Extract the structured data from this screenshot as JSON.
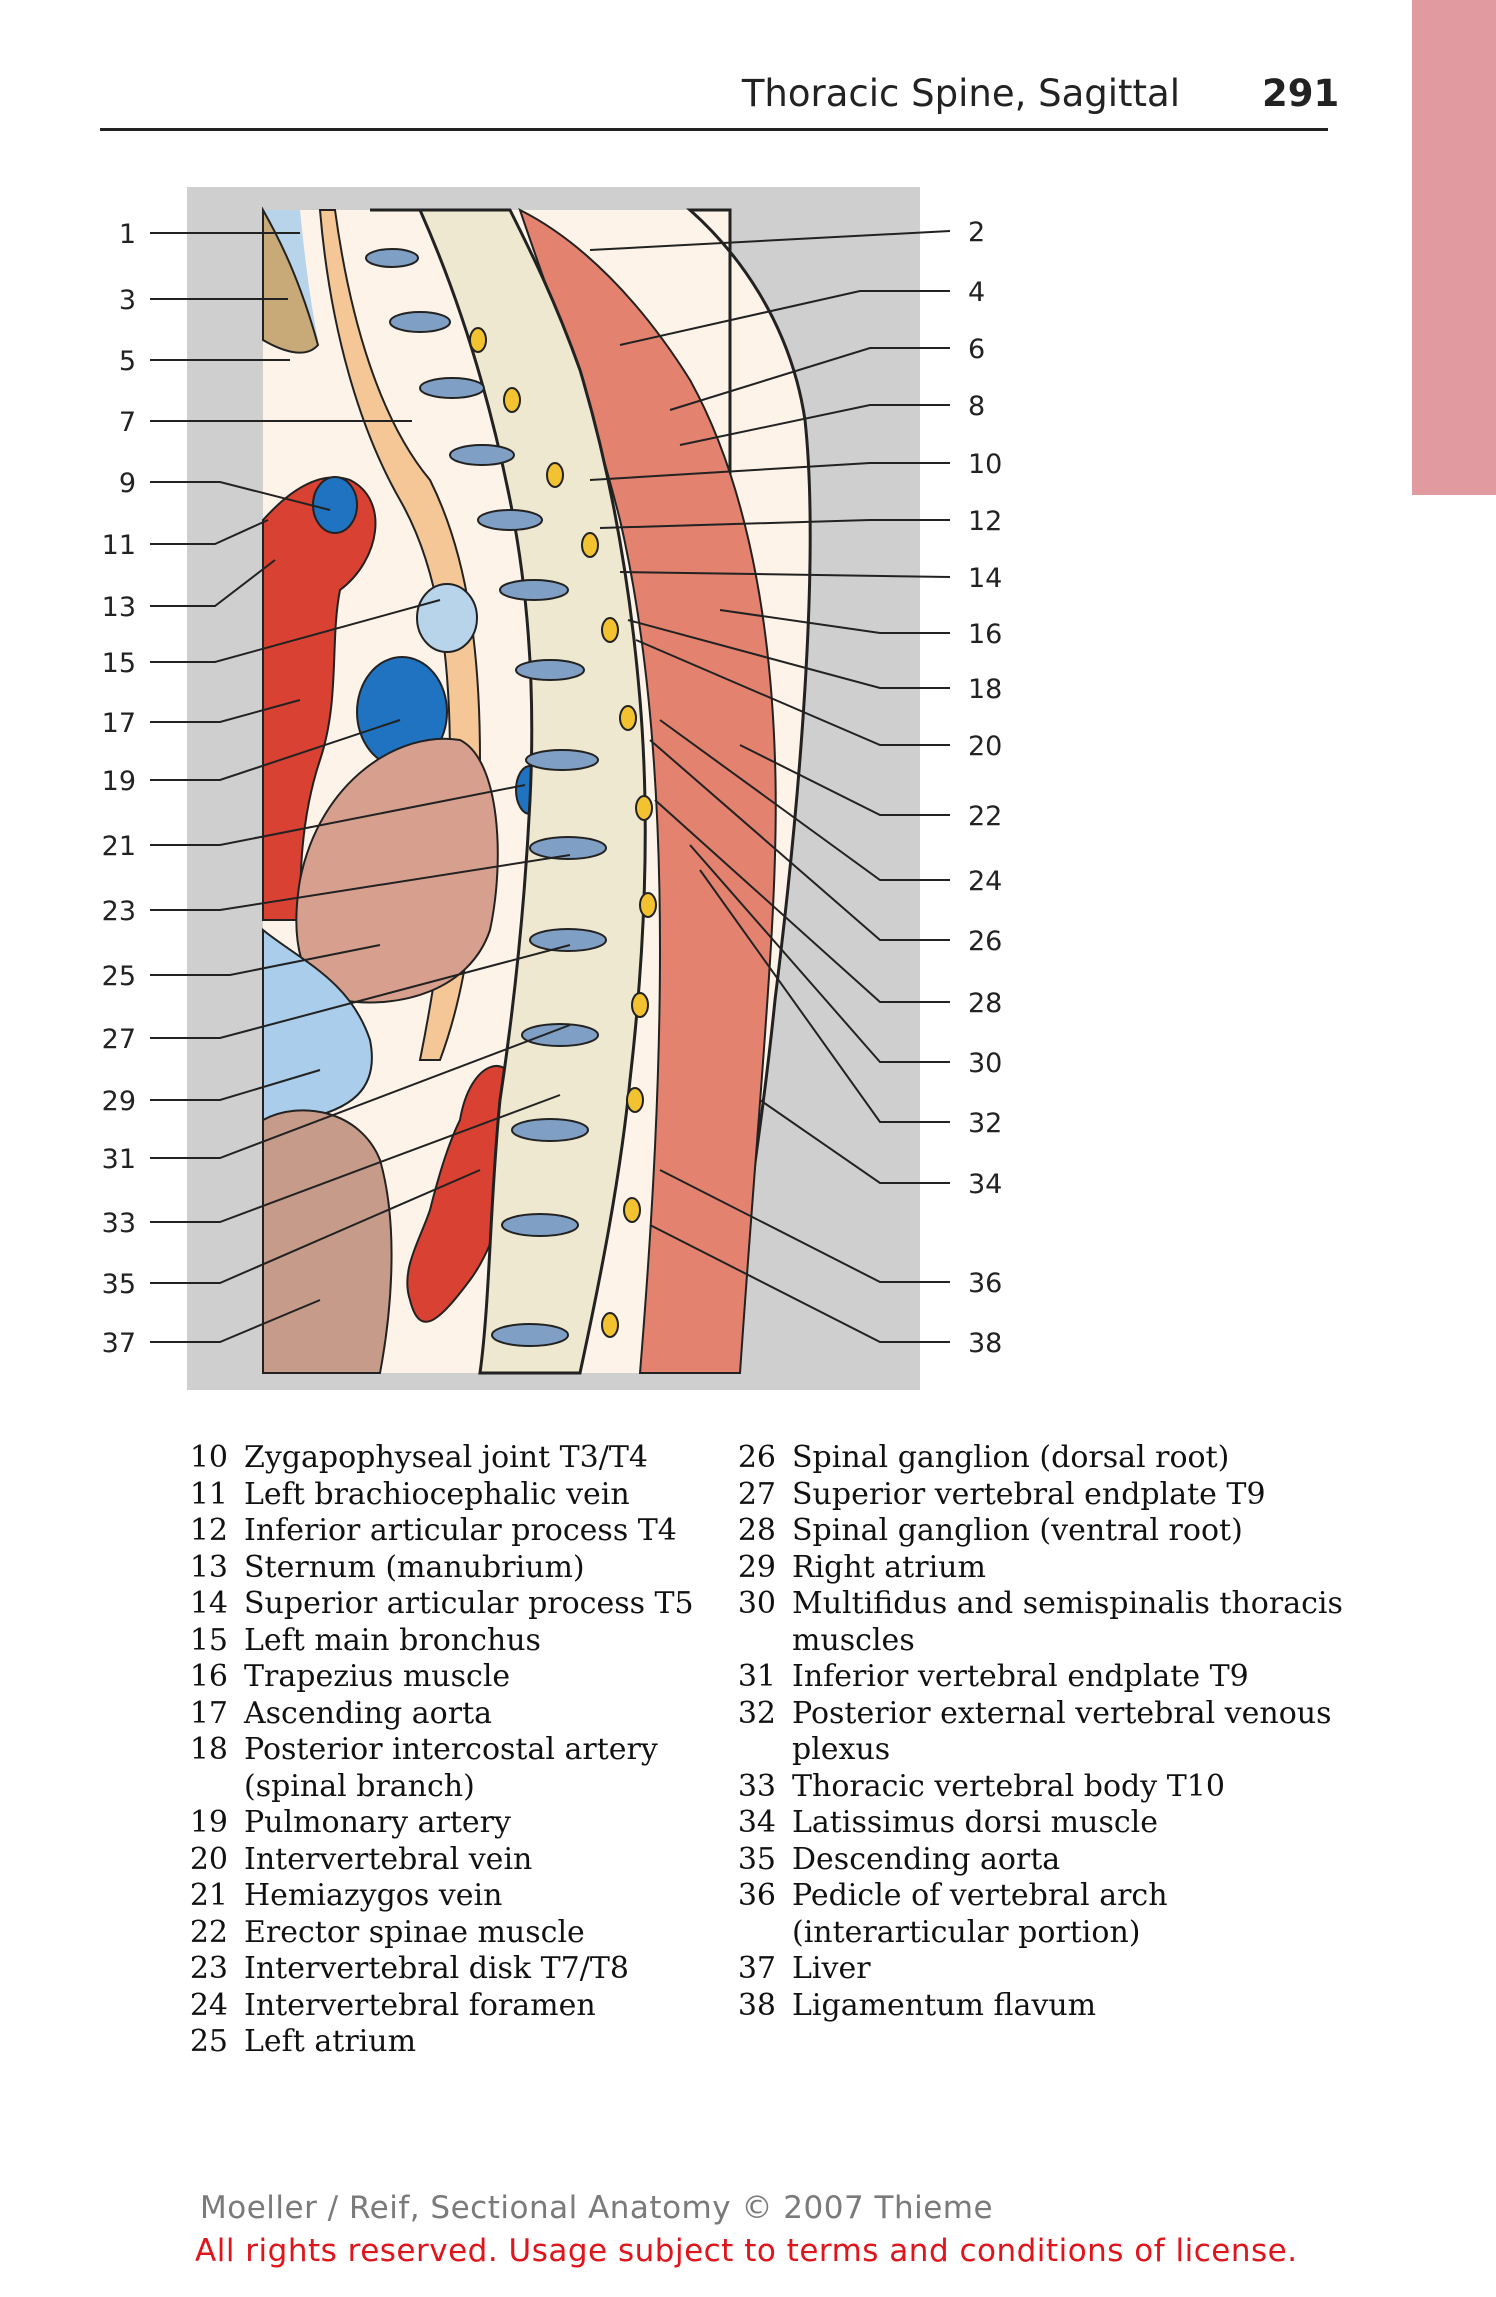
{
  "header": {
    "title": "Thoracic Spine, Sagittal",
    "page_number": "291"
  },
  "figure": {
    "left_labels": [
      "1",
      "3",
      "5",
      "7",
      "9",
      "11",
      "13",
      "15",
      "17",
      "19",
      "21",
      "23",
      "25",
      "27",
      "29",
      "31",
      "33",
      "35",
      "37"
    ],
    "right_labels": [
      "2",
      "4",
      "6",
      "8",
      "10",
      "12",
      "14",
      "16",
      "18",
      "20",
      "22",
      "24",
      "26",
      "28",
      "30",
      "32",
      "34",
      "36",
      "38"
    ]
  },
  "legend_left": [
    {
      "num": "10",
      "text": "Zygapophyseal joint T3/T4"
    },
    {
      "num": "11",
      "text": "Left brachiocephalic vein"
    },
    {
      "num": "12",
      "text": "Inferior articular process T4"
    },
    {
      "num": "13",
      "text": "Sternum (manubrium)"
    },
    {
      "num": "14",
      "text": "Superior articular process T5"
    },
    {
      "num": "15",
      "text": "Left main bronchus"
    },
    {
      "num": "16",
      "text": "Trapezius muscle"
    },
    {
      "num": "17",
      "text": "Ascending aorta"
    },
    {
      "num": "18",
      "text": "Posterior intercostal artery (spinal branch)"
    },
    {
      "num": "19",
      "text": "Pulmonary artery"
    },
    {
      "num": "20",
      "text": "Intervertebral vein"
    },
    {
      "num": "21",
      "text": "Hemiazygos vein"
    },
    {
      "num": "22",
      "text": "Erector spinae muscle"
    },
    {
      "num": "23",
      "text": "Intervertebral disk T7/T8"
    },
    {
      "num": "24",
      "text": "Intervertebral foramen"
    },
    {
      "num": "25",
      "text": "Left atrium"
    }
  ],
  "legend_right": [
    {
      "num": "26",
      "text": "Spinal ganglion (dorsal root)"
    },
    {
      "num": "27",
      "text": "Superior vertebral endplate T9"
    },
    {
      "num": "28",
      "text": "Spinal ganglion (ventral root)"
    },
    {
      "num": "29",
      "text": "Right atrium"
    },
    {
      "num": "30",
      "text": "Multifidus and semispinalis thoracis muscles"
    },
    {
      "num": "31",
      "text": "Inferior vertebral endplate T9"
    },
    {
      "num": "32",
      "text": "Posterior external vertebral venous plexus"
    },
    {
      "num": "33",
      "text": "Thoracic vertebral body T10"
    },
    {
      "num": "34",
      "text": "Latissimus dorsi muscle"
    },
    {
      "num": "35",
      "text": "Descending aorta"
    },
    {
      "num": "36",
      "text": "Pedicle of vertebral arch (interarticular portion)"
    },
    {
      "num": "37",
      "text": "Liver"
    },
    {
      "num": "38",
      "text": "Ligamentum flavum"
    }
  ],
  "footer": {
    "credit": "Moeller / Reif, Sectional Anatomy © 2007 Thieme",
    "rights": "All rights reserved. Usage subject to terms and conditions of license."
  },
  "colors": {
    "tab": "#e19a9f",
    "rights_text": "#e0141b",
    "bone": "#ede8cf",
    "disk": "#7f9fc4",
    "muscle": "#e3826f",
    "aorta": "#d94232",
    "vein_blue": "#1f73c1"
  }
}
